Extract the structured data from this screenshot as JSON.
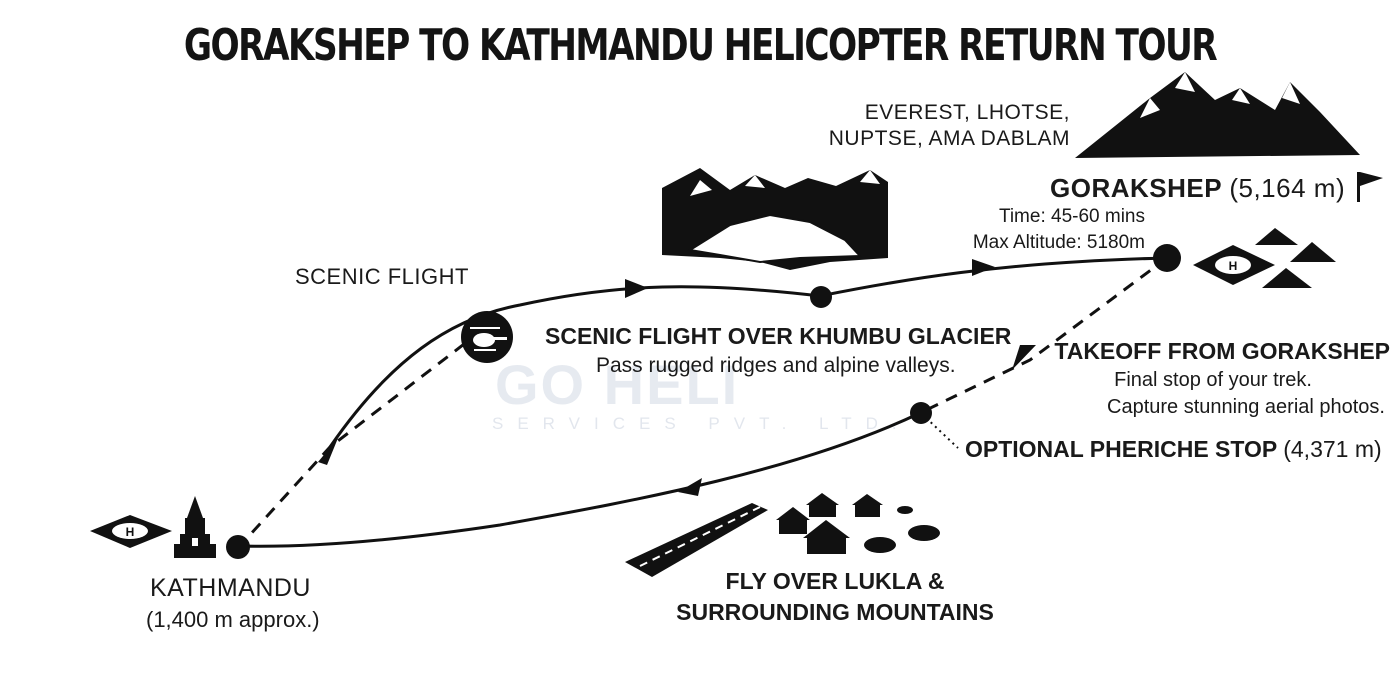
{
  "title": "GORAKSHEP TO KATHMANDU HELICOPTER RETURN TOUR",
  "peaks": {
    "line1": "EVEREST, LHOTSE,",
    "line2": "NUPTSE, AMA DABLAM"
  },
  "gorakshep": {
    "name": "GORAKSHEP",
    "altitude": "(5,164 m)",
    "time": "Time: 45-60 mins",
    "max_altitude": "Max Altitude: 5180m"
  },
  "scenic_flight_label": "SCENIC FLIGHT",
  "khumbu": {
    "title": "SCENIC FLIGHT OVER KHUMBU GLACIER",
    "subtitle": "Pass rugged ridges and alpine valleys."
  },
  "takeoff": {
    "title": "TAKEOFF FROM GORAKSHEP",
    "line1": "Final stop of your trek.",
    "line2": "Capture stunning aerial photos."
  },
  "pheriche": {
    "name": "OPTIONAL PHERICHE STOP",
    "altitude": "(4,371 m)"
  },
  "kathmandu": {
    "name": "KATHMANDU",
    "altitude": "(1,400 m approx.)"
  },
  "lukla": {
    "line1": "FLY OVER LUKLA &",
    "line2": "SURROUNDING MOUNTAINS"
  },
  "watermark": {
    "brand": "GO HELI",
    "sub": "SERVICES PVT. LTD."
  },
  "colors": {
    "ink": "#111111",
    "watermark": "#cfd6e2"
  },
  "icons": [
    "helicopter-icon",
    "helipad-icon",
    "stupa-icon",
    "mountain-range-icon",
    "glacier-icon",
    "tent-icon",
    "flag-icon",
    "runway-icon",
    "village-house-icon",
    "yak-icon"
  ]
}
